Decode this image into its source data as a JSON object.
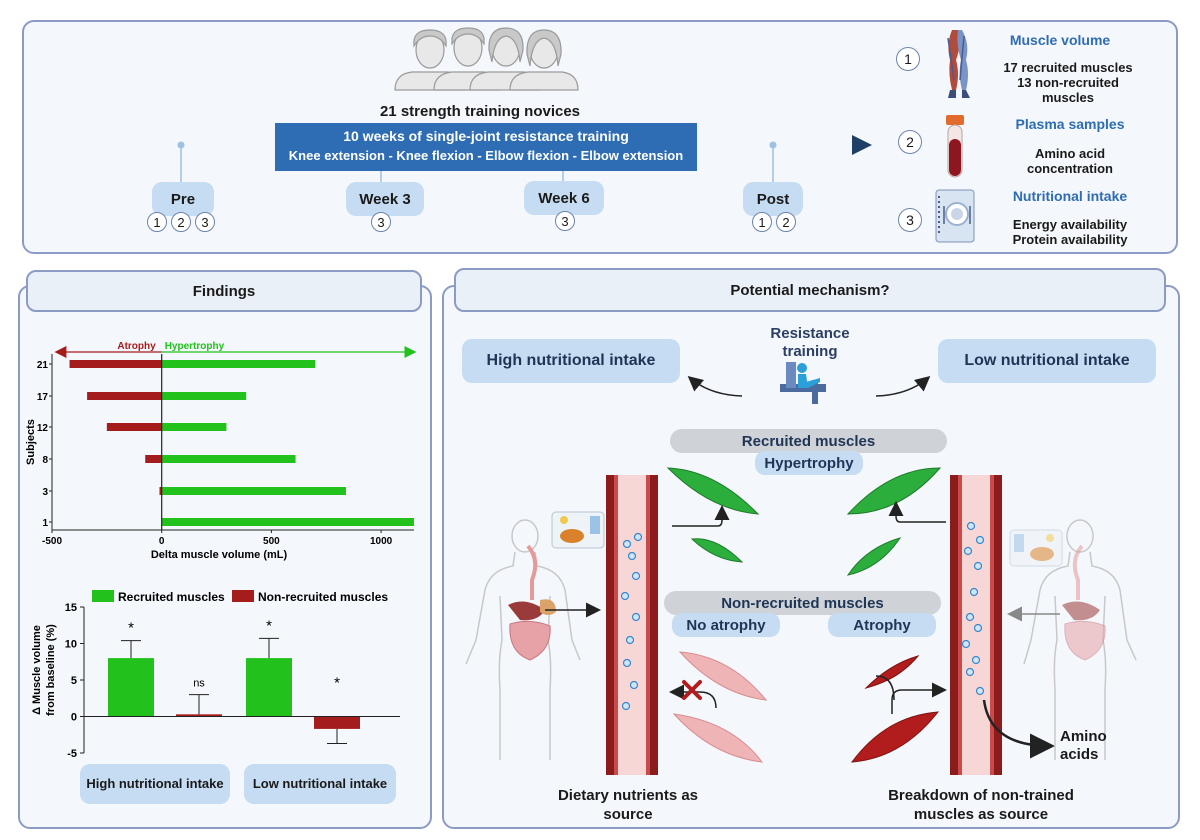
{
  "study_design": {
    "participants": "21 strength training novices",
    "training_title": "10 weeks of single-joint resistance training",
    "exercises": "Knee extension -  Knee flexion - Elbow flexion - Elbow extension",
    "timepoints": [
      {
        "label": "Pre",
        "measures": [
          "1",
          "2",
          "3"
        ]
      },
      {
        "label": "Week 3",
        "measures": [
          "3"
        ]
      },
      {
        "label": "Week 6",
        "measures": [
          "3"
        ]
      },
      {
        "label": "Post",
        "measures": [
          "1",
          "2"
        ]
      }
    ],
    "measures": [
      {
        "num": "1",
        "title": "Muscle volume",
        "lines": [
          "17 recruited muscles",
          "13 non-recruited",
          "muscles"
        ],
        "icon": "leg-muscle-icon"
      },
      {
        "num": "2",
        "title": "Plasma samples",
        "lines": [
          "Amino acid",
          "concentration"
        ],
        "icon": "blood-tube-icon"
      },
      {
        "num": "3",
        "title": "Nutritional intake",
        "lines": [
          "Energy availability",
          "Protein availability"
        ],
        "icon": "meal-plate-icon"
      }
    ]
  },
  "findings": {
    "header": "Findings",
    "chart_data": [
      {
        "type": "bar",
        "orientation": "horizontal",
        "categories": [
          "21",
          "17",
          "12",
          "8",
          "3",
          "1"
        ],
        "values": [
          -420,
          -340,
          -250,
          -75,
          -10,
          1150
        ],
        "positive_values": [
          700,
          385,
          295,
          610,
          840,
          1150
        ],
        "annotations": {
          "left": "Atrophy",
          "right": "Hypertrophy"
        },
        "xlabel": "Delta muscle volume (mL)",
        "ylabel": "Subjects",
        "xlim": [
          -500,
          1150
        ],
        "xticks": [
          "-500",
          "0",
          "500",
          "1000"
        ],
        "colors": {
          "negative": "#a51c1c",
          "positive": "#22c11c"
        }
      },
      {
        "type": "bar",
        "categories": [
          "High nutritional intake",
          "Low nutritional intake"
        ],
        "series": [
          {
            "name": "Recruited muscles",
            "values": [
              8.0,
              8.0
            ],
            "errors": [
              2.4,
              2.7
            ],
            "labels": [
              "*",
              "*"
            ],
            "color": "#22c11c"
          },
          {
            "name": "Non-recruited muscles",
            "values": [
              0.3,
              -1.7
            ],
            "errors": [
              2.7,
              2.0
            ],
            "labels": [
              "ns",
              "*"
            ],
            "color": "#a51c1c"
          }
        ],
        "ylabel": "Δ Muscle volume from baseline (%)",
        "ylim": [
          -5,
          15
        ],
        "yticks": [
          "-5",
          "0",
          "5",
          "10",
          "15"
        ],
        "legend": "top"
      }
    ],
    "group_labels": [
      "High nutritional intake",
      "Low nutritional intake"
    ]
  },
  "mechanism": {
    "header": "Potential mechanism?",
    "training": "Resistance training",
    "high_intake": "High nutritional intake",
    "low_intake": "Low nutritional intake",
    "recruited": "Recruited muscles",
    "hypertrophy": "Hypertrophy",
    "non_recruited": "Non-recruited muscles",
    "no_atrophy": "No atrophy",
    "atrophy": "Atrophy",
    "amino_acids": "Amino acids",
    "left_caption": "Dietary nutrients as source",
    "right_caption": "Breakdown of non-trained muscles as source"
  }
}
